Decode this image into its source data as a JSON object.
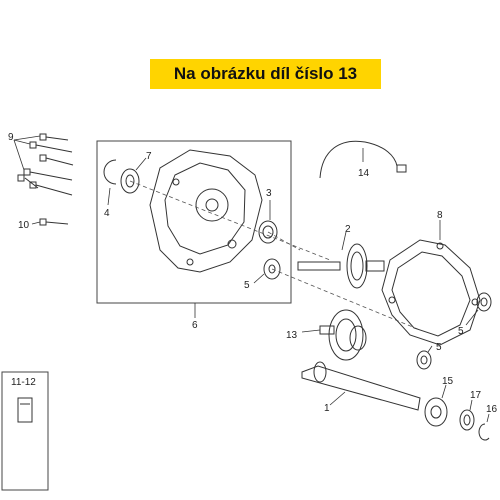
{
  "banner": {
    "text": "Na obrázku díl číslo 13"
  },
  "labels": {
    "l1": "1",
    "l2": "2",
    "l3": "3",
    "l4": "4",
    "l5a": "5",
    "l5b": "5",
    "l5c": "5",
    "l6": "6",
    "l7": "7",
    "l8": "8",
    "l9": "9",
    "l10": "10",
    "l1112": "11-12",
    "l13": "13",
    "l14": "14",
    "l15": "15",
    "l16": "16",
    "l17": "17"
  },
  "colors": {
    "banner_bg": "#ffd400",
    "line": "#333333"
  }
}
